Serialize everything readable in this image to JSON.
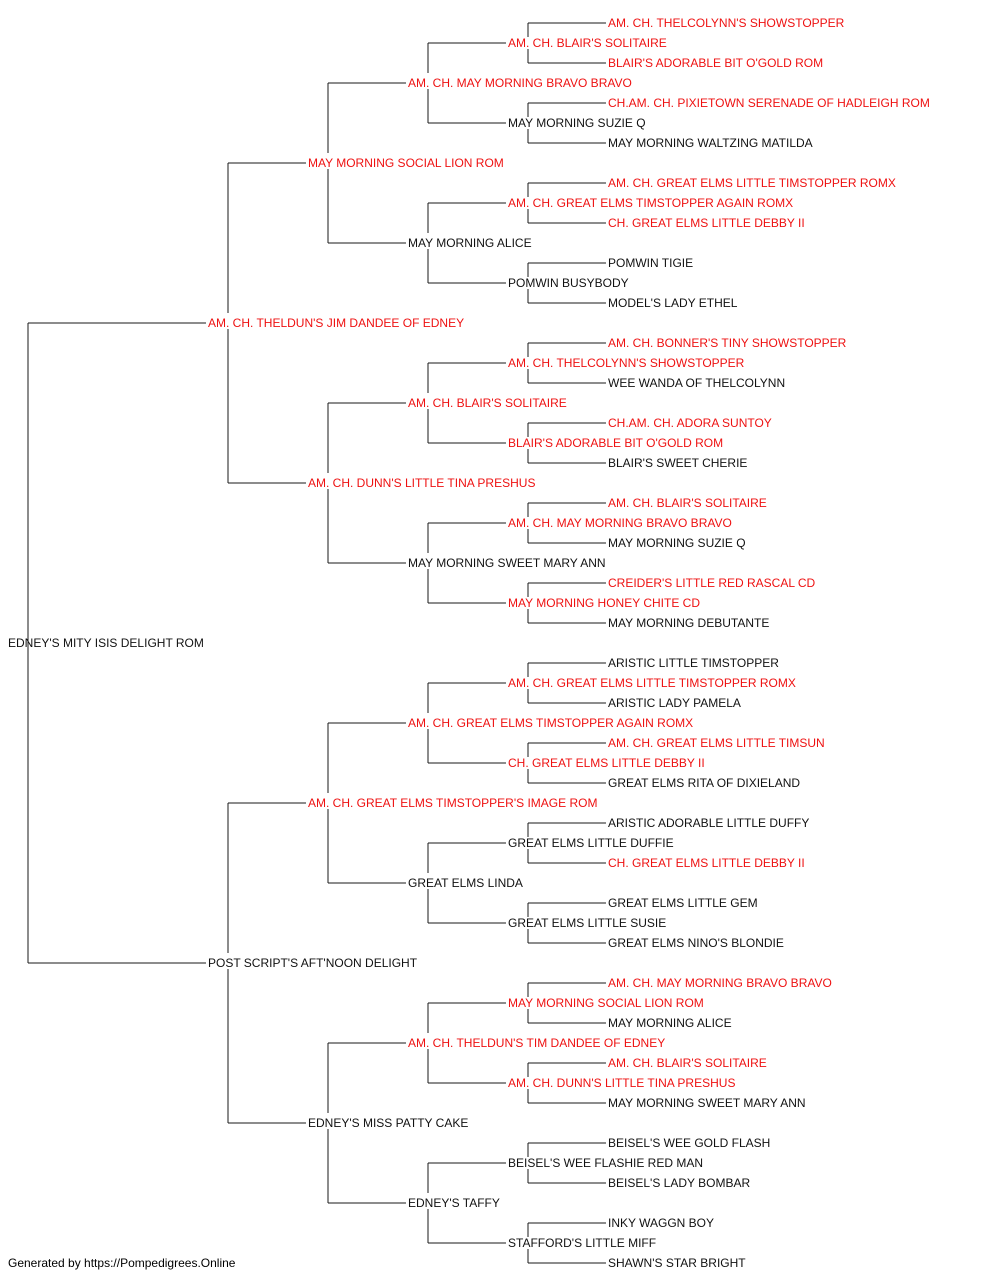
{
  "colors": {
    "champion": "#ee1111",
    "normal": "#111111",
    "line": "#1a1a1a"
  },
  "pedigree": {
    "name": "EDNEY'S MITY ISIS DELIGHT ROM",
    "ch": false,
    "sire": {
      "name": "AM. CH. THELDUN'S JIM DANDEE OF EDNEY",
      "ch": true,
      "sire": {
        "name": "MAY MORNING SOCIAL LION ROM",
        "ch": true,
        "sire": {
          "name": "AM. CH. MAY MORNING BRAVO BRAVO",
          "ch": true,
          "sire": {
            "name": "AM. CH. BLAIR'S SOLITAIRE",
            "ch": true,
            "sire": {
              "name": "AM. CH. THELCOLYNN'S SHOWSTOPPER",
              "ch": true
            },
            "dam": {
              "name": "BLAIR'S ADORABLE BIT O'GOLD ROM",
              "ch": true
            }
          },
          "dam": {
            "name": "MAY MORNING SUZIE Q",
            "ch": false,
            "sire": {
              "name": "CH.AM. CH. PIXIETOWN SERENADE OF HADLEIGH ROM",
              "ch": true
            },
            "dam": {
              "name": "MAY MORNING WALTZING MATILDA",
              "ch": false
            }
          }
        },
        "dam": {
          "name": "MAY MORNING ALICE",
          "ch": false,
          "sire": {
            "name": "AM. CH. GREAT ELMS TIMSTOPPER AGAIN ROMX",
            "ch": true,
            "sire": {
              "name": "AM. CH. GREAT ELMS LITTLE TIMSTOPPER ROMX",
              "ch": true
            },
            "dam": {
              "name": "CH. GREAT ELMS LITTLE DEBBY II",
              "ch": true
            }
          },
          "dam": {
            "name": "POMWIN BUSYBODY",
            "ch": false,
            "sire": {
              "name": "POMWIN TIGIE",
              "ch": false
            },
            "dam": {
              "name": "MODEL'S LADY ETHEL",
              "ch": false
            }
          }
        }
      },
      "dam": {
        "name": "AM. CH. DUNN'S LITTLE TINA PRESHUS",
        "ch": true,
        "sire": {
          "name": "AM. CH. BLAIR'S SOLITAIRE",
          "ch": true,
          "sire": {
            "name": "AM. CH. THELCOLYNN'S SHOWSTOPPER",
            "ch": true,
            "sire": {
              "name": "AM. CH. BONNER'S TINY SHOWSTOPPER",
              "ch": true
            },
            "dam": {
              "name": "WEE WANDA OF THELCOLYNN",
              "ch": false
            }
          },
          "dam": {
            "name": "BLAIR'S ADORABLE BIT O'GOLD ROM",
            "ch": true,
            "sire": {
              "name": "CH.AM. CH. ADORA SUNTOY",
              "ch": true
            },
            "dam": {
              "name": "BLAIR'S SWEET CHERIE",
              "ch": false
            }
          }
        },
        "dam": {
          "name": "MAY MORNING SWEET MARY ANN",
          "ch": false,
          "sire": {
            "name": "AM. CH. MAY MORNING BRAVO BRAVO",
            "ch": true,
            "sire": {
              "name": "AM. CH. BLAIR'S SOLITAIRE",
              "ch": true
            },
            "dam": {
              "name": "MAY MORNING SUZIE Q",
              "ch": false
            }
          },
          "dam": {
            "name": "MAY MORNING HONEY CHITE CD",
            "ch": true,
            "sire": {
              "name": "CREIDER'S LITTLE RED RASCAL CD",
              "ch": true
            },
            "dam": {
              "name": "MAY MORNING DEBUTANTE",
              "ch": false
            }
          }
        }
      }
    },
    "dam": {
      "name": "POST SCRIPT'S AFT'NOON DELIGHT",
      "ch": false,
      "sire": {
        "name": "AM. CH. GREAT ELMS TIMSTOPPER'S IMAGE ROM",
        "ch": true,
        "sire": {
          "name": "AM. CH. GREAT ELMS TIMSTOPPER AGAIN ROMX",
          "ch": true,
          "sire": {
            "name": "AM. CH. GREAT ELMS LITTLE TIMSTOPPER ROMX",
            "ch": true,
            "sire": {
              "name": "ARISTIC LITTLE TIMSTOPPER",
              "ch": false
            },
            "dam": {
              "name": "ARISTIC LADY PAMELA",
              "ch": false
            }
          },
          "dam": {
            "name": "CH. GREAT ELMS LITTLE DEBBY II",
            "ch": true,
            "sire": {
              "name": "AM. CH. GREAT ELMS LITTLE TIMSUN",
              "ch": true
            },
            "dam": {
              "name": "GREAT ELMS RITA OF DIXIELAND",
              "ch": false
            }
          }
        },
        "dam": {
          "name": "GREAT ELMS LINDA",
          "ch": false,
          "sire": {
            "name": "GREAT ELMS LITTLE DUFFIE",
            "ch": false,
            "sire": {
              "name": "ARISTIC ADORABLE LITTLE DUFFY",
              "ch": false
            },
            "dam": {
              "name": "CH. GREAT ELMS LITTLE DEBBY II",
              "ch": true
            }
          },
          "dam": {
            "name": "GREAT ELMS LITTLE SUSIE",
            "ch": false,
            "sire": {
              "name": "GREAT ELMS LITTLE GEM",
              "ch": false
            },
            "dam": {
              "name": "GREAT ELMS NINO'S BLONDIE",
              "ch": false
            }
          }
        }
      },
      "dam": {
        "name": "EDNEY'S MISS PATTY CAKE",
        "ch": false,
        "sire": {
          "name": "AM. CH. THELDUN'S TIM DANDEE OF EDNEY",
          "ch": true,
          "sire": {
            "name": "MAY MORNING SOCIAL LION ROM",
            "ch": true,
            "sire": {
              "name": "AM. CH. MAY MORNING BRAVO BRAVO",
              "ch": true
            },
            "dam": {
              "name": "MAY MORNING ALICE",
              "ch": false
            }
          },
          "dam": {
            "name": "AM. CH. DUNN'S LITTLE TINA PRESHUS",
            "ch": true,
            "sire": {
              "name": "AM. CH. BLAIR'S SOLITAIRE",
              "ch": true
            },
            "dam": {
              "name": "MAY MORNING SWEET MARY ANN",
              "ch": false
            }
          }
        },
        "dam": {
          "name": "EDNEY'S TAFFY",
          "ch": false,
          "sire": {
            "name": "BEISEL'S WEE FLASHIE RED MAN",
            "ch": false,
            "sire": {
              "name": "BEISEL'S WEE GOLD FLASH",
              "ch": false
            },
            "dam": {
              "name": "BEISEL'S LADY BOMBAR",
              "ch": false
            }
          },
          "dam": {
            "name": "STAFFORD'S LITTLE MIFF",
            "ch": false,
            "sire": {
              "name": "INKY WAGGN BOY",
              "ch": false
            },
            "dam": {
              "name": "SHAWN'S STAR BRIGHT",
              "ch": false
            }
          }
        }
      }
    }
  },
  "footer": "Generated by https://Pompedigrees.Online"
}
